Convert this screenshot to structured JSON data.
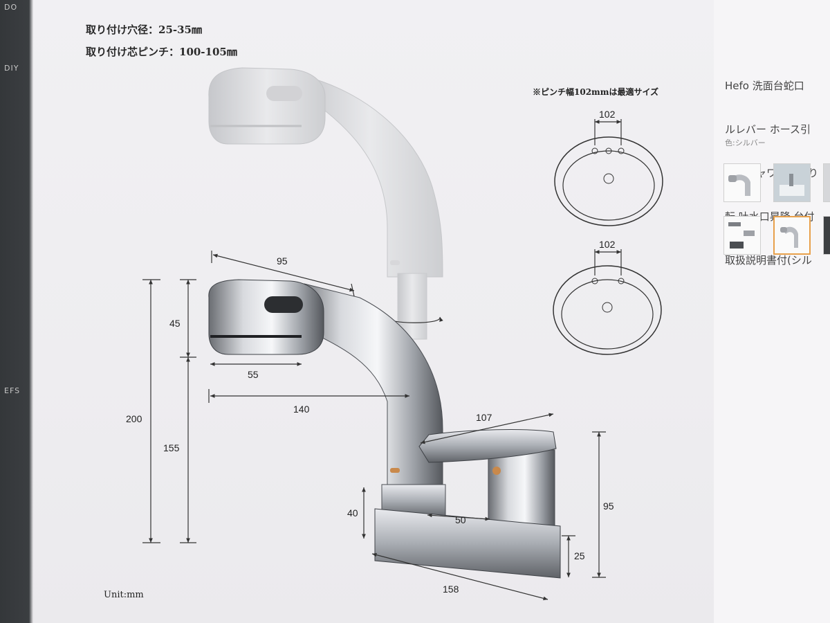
{
  "edge": {
    "items": [
      "DO",
      "DIY",
      "EFS"
    ]
  },
  "specs": {
    "hole_diameter": "取り付け穴径：25-35㎜",
    "pitch": "取り付け芯ピンチ：100-105㎜"
  },
  "diagram": {
    "dimensions": {
      "spout_reach_top": "95",
      "head_height": "45",
      "head_width": "55",
      "spout_reach": "140",
      "total_height": "200",
      "spout_height": "155",
      "lever_length": "107",
      "base_height": "40",
      "base_offset": "50",
      "body_height": "95",
      "deck_height": "25",
      "base_width": "158"
    },
    "sink_top_pitch": "102",
    "sink_bottom_pitch": "102",
    "optimal_note": "※ピンチ幅102mmは最適サイズ",
    "unit_label": "Unit:mm"
  },
  "product": {
    "title_lines": [
      "Hefo 洗面台蛇口 ",
      "ルレバー ホース引",
      "沫、シャワーが切り",
      "転 吐水口昇降 台付",
      "取扱説明書付(シル"
    ],
    "color_label": "色:シルバー",
    "thumbnails": [
      {
        "icon": "faucet-thumb-icon",
        "selected": false
      },
      {
        "icon": "bathroom-thumb-icon",
        "selected": false
      },
      {
        "icon": "partial-thumb-icon",
        "selected": false
      },
      {
        "icon": "parts-thumb-icon",
        "selected": false
      },
      {
        "icon": "faucet-detail-thumb-icon",
        "selected": true
      },
      {
        "icon": "partial-thumb-icon",
        "selected": false
      }
    ]
  }
}
